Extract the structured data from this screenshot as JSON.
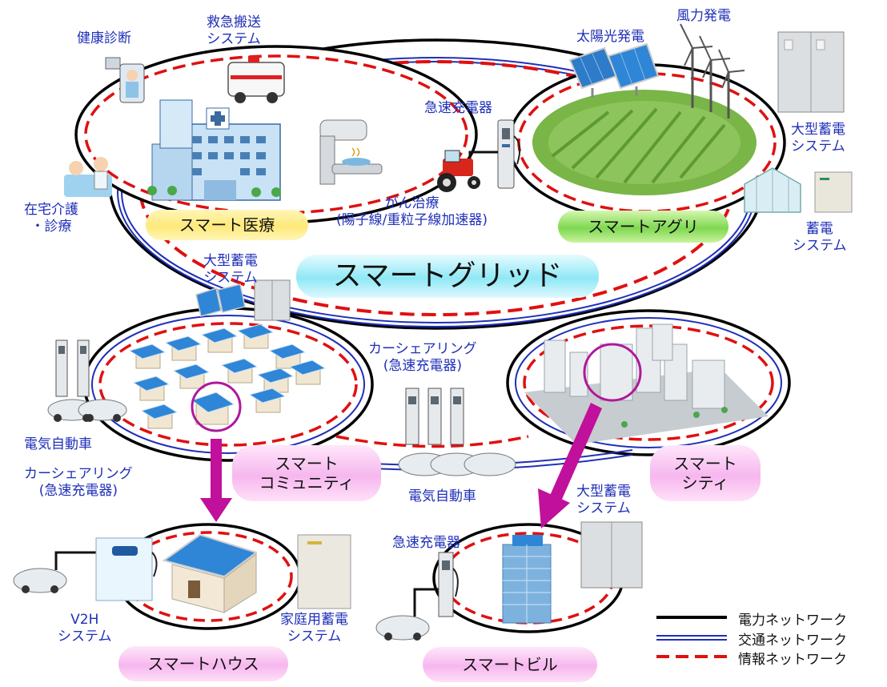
{
  "center_title": "スマートグリッド",
  "zones": {
    "smart_medical": "スマート医療",
    "smart_agri": "スマートアグリ",
    "smart_community": "スマート\nコミュニティ",
    "smart_city": "スマート\nシティ",
    "smart_house": "スマートハウス",
    "smart_building": "スマートビル"
  },
  "labels": {
    "health_checkup": "健康診断",
    "ambulance": "救急搬送\nシステム",
    "home_care": "在宅介護\n・診療",
    "cancer_treatment": "がん治療\n(陽子線/重粒子線加速器)",
    "fast_charger_top": "急速充電器",
    "solar": "太陽光発電",
    "wind": "風力発電",
    "large_storage_top": "大型蓄電\nシステム",
    "storage_right": "蓄電\nシステム",
    "large_storage_mid": "大型蓄電\nシステム",
    "carsharing_center": "カーシェアリング\n(急速充電器)",
    "ev_left": "電気自動車",
    "carsharing_left": "カーシェアリング\n(急速充電器)",
    "ev_center": "電気自動車",
    "large_storage_building": "大型蓄電\nシステム",
    "fast_charger_building": "急速充電器",
    "v2h": "V2H\nシステム",
    "home_storage": "家庭用蓄電\nシステム"
  },
  "legend": [
    {
      "label": "電力ネットワーク",
      "style": "power",
      "color": "#000000"
    },
    {
      "label": "交通ネットワーク",
      "style": "traffic",
      "color": "#1f2fb8"
    },
    {
      "label": "情報ネットワーク",
      "style": "info",
      "color": "#e01010"
    }
  ],
  "icons": [
    "health-checkup-icon",
    "ambulance-icon",
    "home-care-icon",
    "hospital-icon",
    "cancer-treatment-machine-icon",
    "fast-charger-icon",
    "tractor-icon",
    "farm-field-icon",
    "solar-panel-icon",
    "wind-turbine-icon",
    "storage-cabinet-icon",
    "greenhouse-icon",
    "storage-box-icon",
    "housing-community-icon",
    "city-buildings-icon",
    "electric-car-icon",
    "v2h-unit-icon",
    "house-icon",
    "office-building-icon"
  ],
  "colors": {
    "label_text": "#1f2fb8",
    "power_line": "#000000",
    "traffic_line": "#1f2fb8",
    "info_line": "#e01010",
    "arrow": "#c0109c",
    "highlight_circle": "#b0189a"
  }
}
